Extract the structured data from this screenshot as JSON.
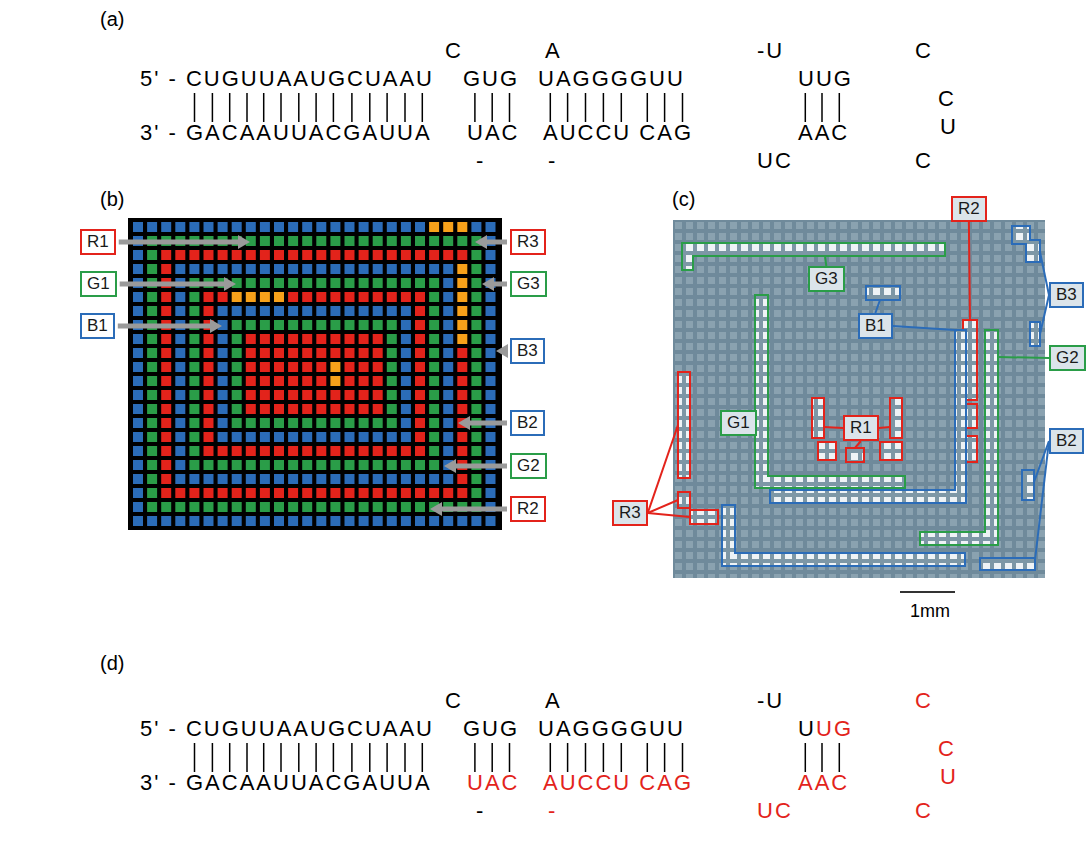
{
  "diagram": {
    "nodes": [
      {
        "text": [
          "R1"
        ]
      },
      {
        "text": [
          "G1"
        ]
      },
      {
        "text": [
          "B1"
        ]
      },
      {
        "text": [
          "R3"
        ]
      },
      {
        "text": [
          "G3"
        ]
      },
      {
        "text": [
          "B3"
        ]
      },
      {
        "text": [
          "B2"
        ]
      },
      {
        "text": [
          "G2"
        ]
      },
      {
        "text": [
          "R2"
        ]
      },
      {
        "text": [
          "R2"
        ]
      },
      {
        "text": [
          "G3"
        ]
      },
      {
        "text": [
          "B3"
        ]
      },
      {
        "text": [
          "B1"
        ]
      },
      {
        "text": [
          "G2"
        ]
      },
      {
        "text": [
          "G1"
        ]
      },
      {
        "text": [
          "R1"
        ]
      },
      {
        "text": [
          "B2"
        ]
      },
      {
        "text": [
          "R3"
        ]
      }
    ],
    "labels": [
      "(a)",
      "C",
      "A",
      "-U",
      "C",
      "5' - CUGUUAAUGCUAAU",
      "GUG",
      "UAGGGGUU",
      "UUG",
      "C",
      "3' - GACAAUUACGAUUA",
      "UAC",
      "AUCCU CAG",
      "AAC",
      "U",
      "-",
      "-",
      "UC",
      "C",
      "(b)",
      "(c)",
      "1mm",
      "(d)",
      "C",
      "A",
      "-U",
      "C",
      "5' - CUGUUAAUGCUAAU",
      "GUG",
      "UAGGGGUU",
      "U",
      "UG",
      "C",
      "3' - GACAAUUACGAUUA",
      "UAC",
      "AUCCU CAG",
      "AAC",
      "U",
      "-",
      "-",
      "UC",
      "C"
    ]
  }
}
